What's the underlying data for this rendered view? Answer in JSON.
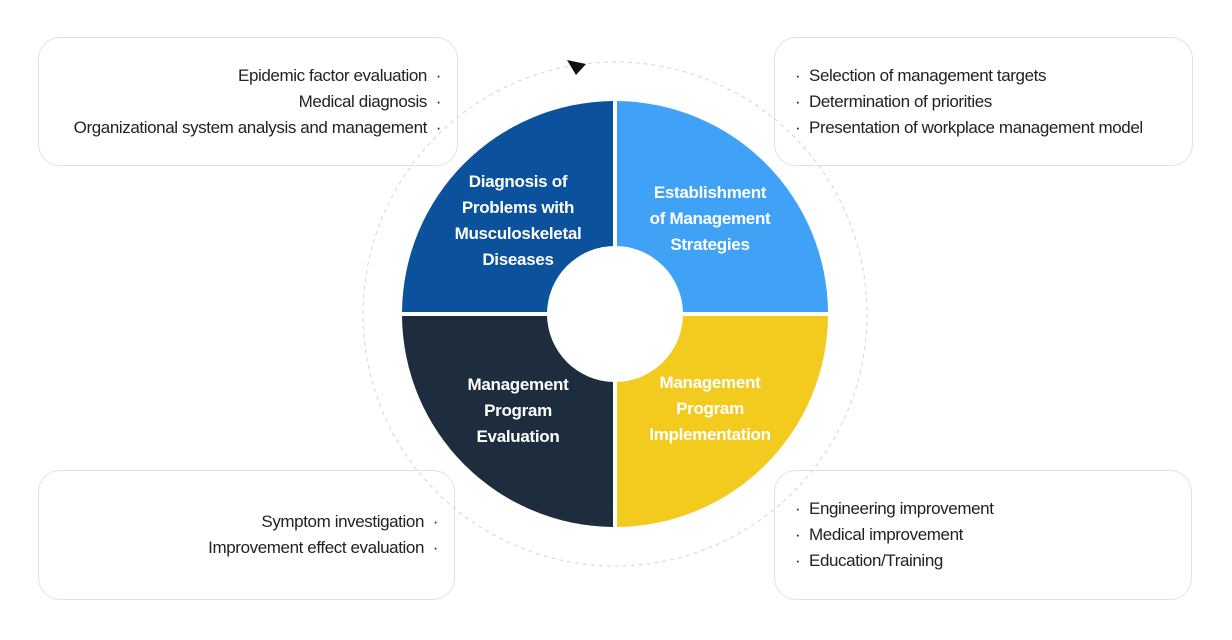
{
  "boxes": {
    "top_left": [
      "Epidemic factor evaluation",
      "Medical diagnosis",
      "Organizational system analysis and management"
    ],
    "top_right": [
      "Selection of management targets",
      "Determination of priorities",
      "Presentation of workplace management model"
    ],
    "bottom_left": [
      "Symptom investigation",
      "Improvement effect evaluation"
    ],
    "bottom_right": [
      "Engineering improvement",
      "Medical improvement",
      "Education/Training"
    ]
  },
  "quadrants": {
    "top_left": {
      "lines": [
        "Diagnosis of",
        "Problems with",
        "Musculoskeletal",
        "Diseases"
      ],
      "color": "#0b519b",
      "text_color": "#ffffff"
    },
    "top_right": {
      "lines": [
        "Establishment",
        "of Management",
        "Strategies"
      ],
      "color": "#3fa2f7",
      "text_color": "#ffffff"
    },
    "bottom_right": {
      "lines": [
        "Management",
        "Program",
        "Implementation"
      ],
      "color": "#f3cb1f",
      "text_color": "#ffffff"
    },
    "bottom_left": {
      "lines": [
        "Management",
        "Program",
        "Evaluation"
      ],
      "color": "#1d2d3d",
      "text_color": "#ffffff"
    }
  },
  "icons": {
    "cycle": "cycle-arrow-icon"
  }
}
